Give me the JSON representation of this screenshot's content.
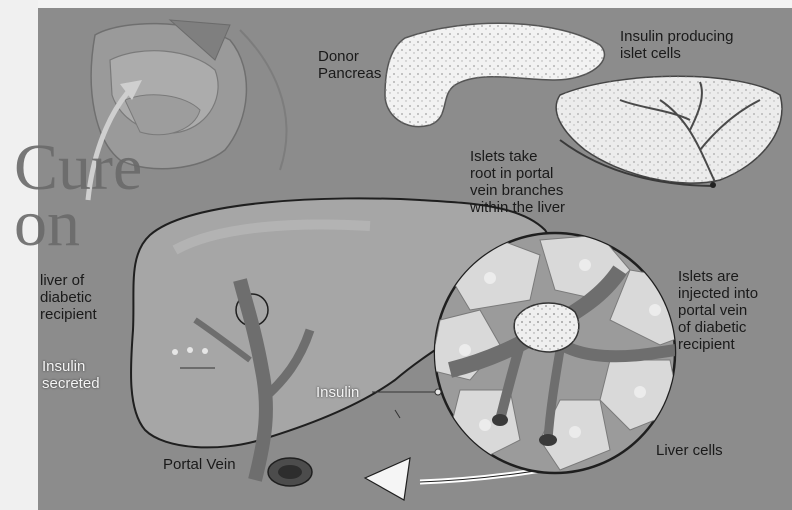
{
  "overlay_text": "Cure\non",
  "labels": {
    "donor_pancreas": "Donor\nPancreas",
    "islet_cells": "Insulin producing\nislet cells",
    "islets_take_root": "Islets take\nroot in portal\nvein branches\nwithin the liver",
    "liver_of_recipient": "liver of\ndiabetic\nrecipient",
    "insulin_secreted": "Insulin\nsecreted",
    "insulin": "Insulin",
    "islets_injected": "Islets are\ninjected into\nportal vein\nof diabetic\nrecipient",
    "portal_vein": "Portal Vein",
    "liver_cells": "Liver cells"
  },
  "colors": {
    "background": "#f3f3f3",
    "panel": "#8c8c8c",
    "liver": "#a6a6a6",
    "vessel": "#6e6e6e",
    "cells": "#d9d9d9",
    "outline": "#1f1f1f"
  }
}
